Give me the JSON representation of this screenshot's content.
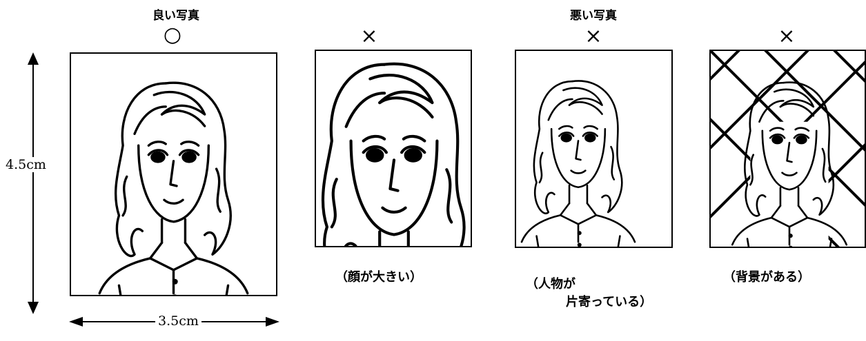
{
  "headings": {
    "good": "良い写真",
    "bad": "悪い写真"
  },
  "marks": {
    "good": "○",
    "bad": "×"
  },
  "captions": {
    "face_large": "（顔が大きい）",
    "off_center_line1": "（人物が",
    "off_center_line2": "片寄っている）",
    "background": "（背景がある）"
  },
  "dimensions": {
    "height": "4.5cm",
    "width": "3.5cm"
  }
}
